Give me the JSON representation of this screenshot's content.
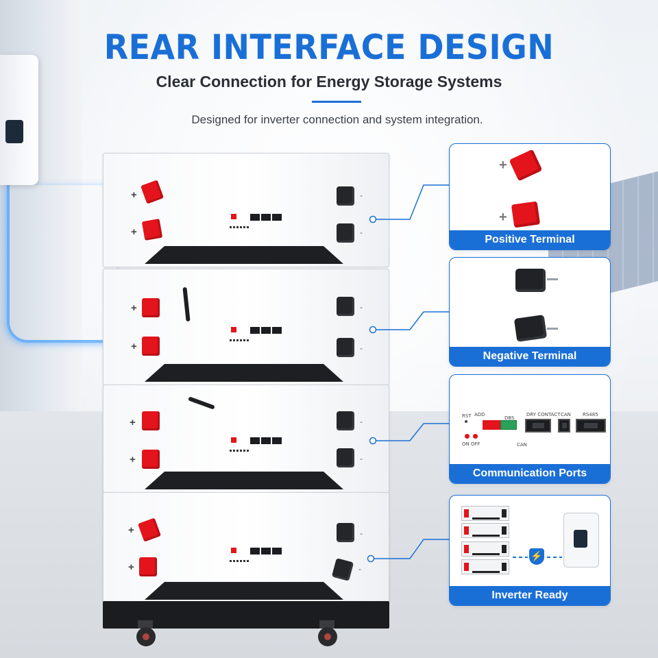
{
  "header": {
    "title": "REAR INTERFACE DESIGN",
    "subtitle": "Clear Connection for Energy Storage Systems",
    "description": "Designed for inverter connection and system integration."
  },
  "terminal_marks": {
    "plus": "+",
    "minus": "-"
  },
  "callouts": [
    {
      "label": "Positive Terminal"
    },
    {
      "label": "Negative Terminal"
    },
    {
      "label": "Communication Ports"
    },
    {
      "label": "Inverter Ready"
    }
  ],
  "comm_panel": {
    "rst": "RST",
    "add": "ADD",
    "dip": "DBS",
    "on_off": "ON OFF",
    "dry_contact": "DRY CONTACT",
    "can": "CAN",
    "rs485": "RS485",
    "can_small": "CAN"
  },
  "colors": {
    "accent": "#1a6fd6",
    "positive": "#e3141b",
    "negative": "#24262a"
  }
}
